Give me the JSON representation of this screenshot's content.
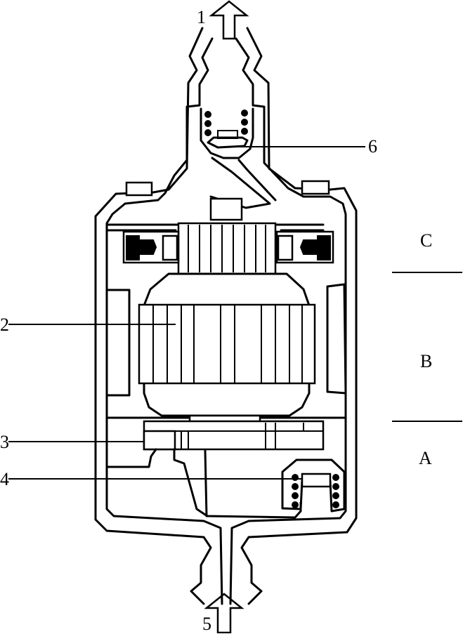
{
  "labels": {
    "outlet": "1",
    "armature": "2",
    "impeller": "3",
    "relief_valve": "4",
    "inlet": "5",
    "check_valve": "6",
    "section_a": "A",
    "section_b": "B",
    "section_c": "C"
  }
}
